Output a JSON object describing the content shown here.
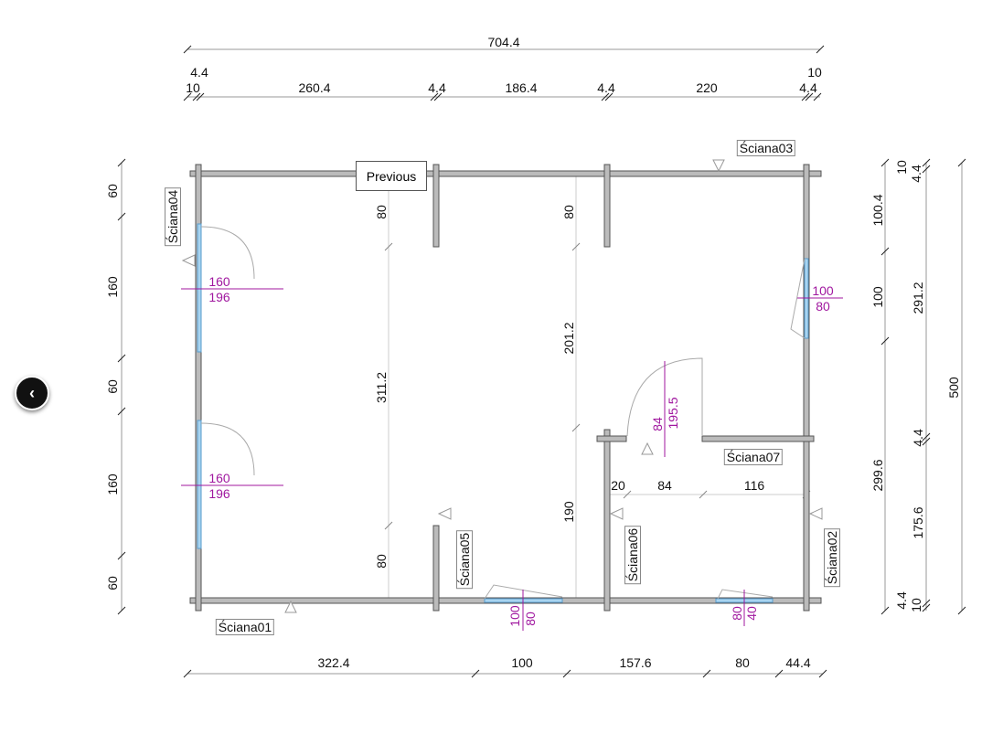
{
  "nav": {
    "previous_label": "Previous",
    "back_icon": "chevron-left-icon"
  },
  "colors": {
    "wall": "#8a8a8a",
    "window": "#a8d4f0",
    "annotation": "#a0179f",
    "dim_line": "#999999"
  },
  "dims": {
    "top_total": "704.4",
    "top_chain": [
      "4.4",
      "10",
      "260.4",
      "4.4",
      "186.4",
      "4.4",
      "220",
      "4.4",
      "10"
    ],
    "bottom_chain": [
      "322.4",
      "100",
      "157.6",
      "80",
      "44.4"
    ],
    "left_chain": [
      "60",
      "160",
      "60",
      "160",
      "60"
    ],
    "right_inner": [
      "100.4",
      "100",
      "299.6",
      "10",
      "4.4",
      "4.4",
      "10"
    ],
    "right_mid": [
      "291.2",
      "4.4",
      "175.6"
    ],
    "right_total": "500",
    "interior_left": [
      "80",
      "311.2",
      "80"
    ],
    "interior_mid": [
      "80",
      "201.2",
      "190"
    ],
    "interior_horizontal": [
      "20",
      "84",
      "116"
    ]
  },
  "openings": {
    "left_window_1": [
      "160",
      "196"
    ],
    "left_window_2": [
      "160",
      "196"
    ],
    "right_window": [
      "100",
      "80"
    ],
    "bottom_door": [
      "100",
      "80"
    ],
    "bottom_window": [
      "80",
      "40"
    ],
    "inner_door": [
      "84",
      "195.5"
    ]
  },
  "walls": [
    "Ściana01",
    "Ściana02",
    "Ściana03",
    "Ściana04",
    "Ściana05",
    "Ściana06",
    "Ściana07"
  ]
}
